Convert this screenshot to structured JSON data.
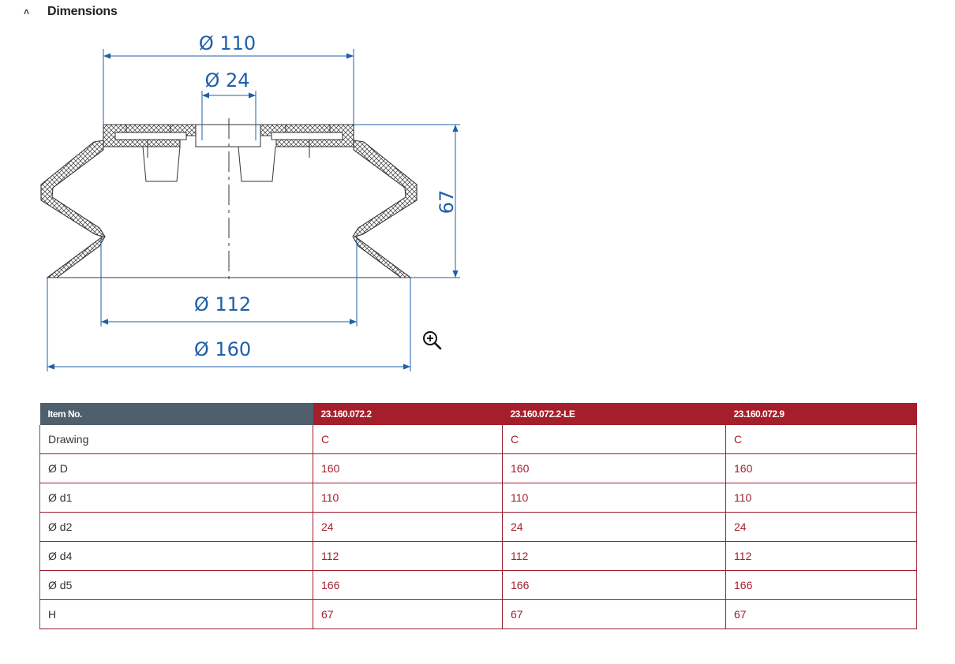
{
  "section": {
    "title": "Dimensions",
    "chevron": "chevron-up-icon"
  },
  "drawing": {
    "dim_d1": "Ø 110",
    "dim_d2": "Ø 24",
    "dim_h": "67",
    "dim_d4": "Ø 112",
    "dim_d": "Ø 160",
    "zoom_icon": "zoom-in-icon"
  },
  "table": {
    "header_label": "Item No.",
    "items": [
      "23.160.072.2",
      "23.160.072.2-LE",
      "23.160.072.9"
    ],
    "rows": [
      {
        "label": "Drawing",
        "values": [
          "C",
          "C",
          "C"
        ]
      },
      {
        "label": "Ø D",
        "values": [
          "160",
          "160",
          "160"
        ]
      },
      {
        "label": "Ø d1",
        "values": [
          "110",
          "110",
          "110"
        ]
      },
      {
        "label": "Ø d2",
        "values": [
          "24",
          "24",
          "24"
        ]
      },
      {
        "label": "Ø d4",
        "values": [
          "112",
          "112",
          "112"
        ]
      },
      {
        "label": "Ø d5",
        "values": [
          "166",
          "166",
          "166"
        ]
      },
      {
        "label": "H",
        "values": [
          "67",
          "67",
          "67"
        ]
      }
    ]
  },
  "colors": {
    "header_dark": "#4f5f6b",
    "accent_red": "#a41f2b",
    "dim_blue": "#1f5fa8"
  }
}
